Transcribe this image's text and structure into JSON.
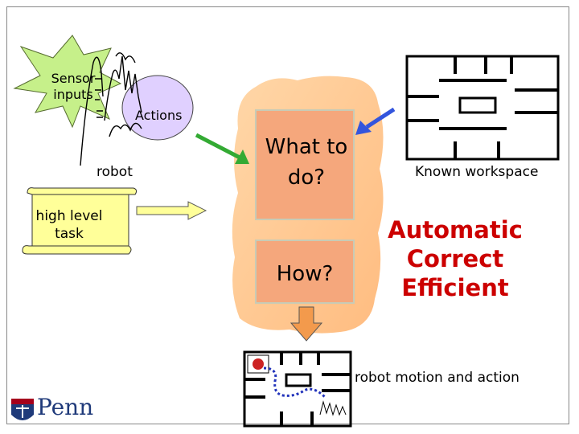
{
  "inputs": {
    "sensor_label": "Sensor inputs",
    "actions_label": "Actions",
    "robot_label": "robot",
    "task_label": "high level task"
  },
  "center": {
    "question_what": "What to do?",
    "question_how": "How?"
  },
  "workspace": {
    "label": "Known workspace",
    "properties": [
      "Automatic",
      "Correct",
      "Efficient"
    ]
  },
  "output": {
    "label": "robot motion and action"
  },
  "colors": {
    "burst": "#c6f08a",
    "actions_oval": "#e0d0ff",
    "cloud": "#ffc08c",
    "box_fill": "#f5a77c",
    "scroll": "#ffff99",
    "green_arrow": "#33aa33",
    "blue_arrow": "#3355dd",
    "down_arrow": "#f39a4c",
    "property_text": "#cc0000"
  },
  "logo": {
    "text": "Penn"
  }
}
